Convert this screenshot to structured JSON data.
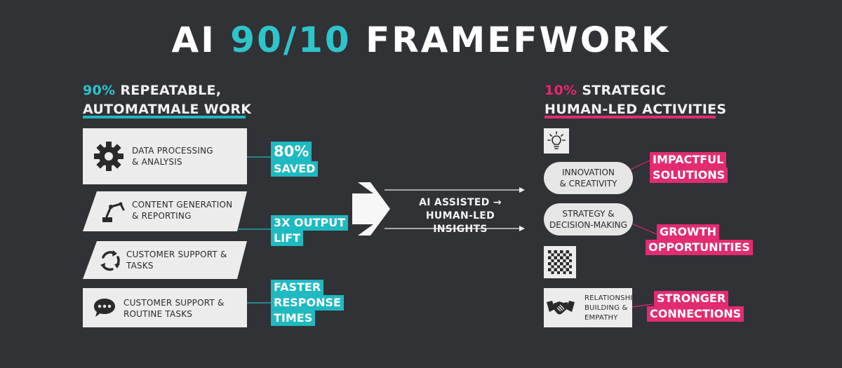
{
  "title": {
    "pre": "AI",
    "accent": "90/10",
    "post": "FRAMEFWORK"
  },
  "left": {
    "heading": {
      "pct": "90%",
      "line1": "REPEATABLE,",
      "line2": "AUTOMATMALE WORK"
    },
    "items": [
      {
        "icon": "gear-icon",
        "line1": "DATA PROCESSING",
        "line2": "& ANALYSIS"
      },
      {
        "icon": "robot-arm-icon",
        "line1": "CONTENT GENERATION",
        "line2": "& REPORTING"
      },
      {
        "icon": "cycle-arrows-icon",
        "line1": "CUSTOMER SUPPORT &",
        "line2": "TASKS"
      },
      {
        "icon": "chat-bubble-icon",
        "line1": "CUSTOMER SUPPORT &",
        "line2": "ROUTINE TASKS"
      }
    ],
    "tags": [
      {
        "line1": "80%",
        "line2": "SAVED"
      },
      {
        "line1": "3X OUTPUT",
        "line2": "LIFT"
      },
      {
        "line1": "FASTER",
        "line2": "RESPONSE",
        "line3": "TIMES"
      }
    ]
  },
  "middle": {
    "line1": "AI ASSISTED →",
    "line2": "HUMAN-LED INSIGHTS"
  },
  "right": {
    "heading": {
      "pct": "10%",
      "line1": "STRATEGIC",
      "line2": "HUMAN-LED ACTIVITIES"
    },
    "items": [
      {
        "icon": "lightbulb-icon"
      },
      {
        "line1": "INNOVATION",
        "line2": "& CREATIVITY"
      },
      {
        "line1": "STRATEGY &",
        "line2": "DECISION-MAKING"
      },
      {
        "icon": "checkerboard-icon"
      },
      {
        "icon": "handshake-icon",
        "line1": "RELATIONSHIP",
        "line2": "BUILDING &",
        "line3": "EMPATHY"
      }
    ],
    "tags": [
      {
        "line1": "IMPACTFUL",
        "line2": "SOLUTIONS"
      },
      {
        "line1": "GROWTH",
        "line2": "OPPORTUNITIES"
      },
      {
        "line1": "STRONGER",
        "line2": "CONNECTIONS"
      }
    ]
  },
  "colors": {
    "background": "#303236",
    "cyan": "#1fb9c1",
    "magenta": "#e22c6f",
    "card": "#ececec"
  }
}
